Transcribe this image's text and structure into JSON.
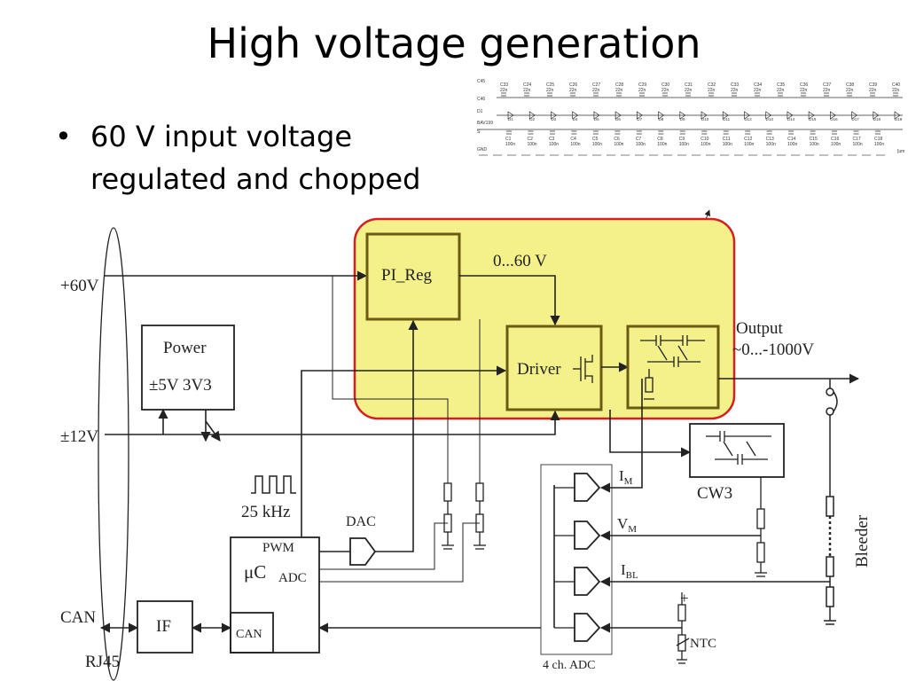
{
  "slide": {
    "title": "High voltage generation",
    "bullet_dot": "•",
    "bullet": "60 V input voltage regulated and chopped"
  },
  "colors": {
    "highlight_fill": "#f4f18a",
    "highlight_border": "#d42020",
    "block_border": "#6b5a10"
  },
  "diagram": {
    "inputs": {
      "v60": "+60V",
      "v12": "±12V",
      "can": "CAN",
      "rj45": "RJ45"
    },
    "power": {
      "title": "Power",
      "rails": "±5V 3V3"
    },
    "pi_reg": "PI_Reg",
    "range": "0...60 V",
    "driver": "Driver",
    "output": {
      "line1": "Output",
      "line2": "~0...-1000V"
    },
    "cw3": "CW3",
    "clock": "25 kHz",
    "dac": "DAC",
    "uc": {
      "pwm": "PWM",
      "name": "μC",
      "adc": "ADC",
      "can": "CAN"
    },
    "iface": "IF",
    "adc_block": "4 ch. ADC",
    "signals": {
      "im": "I",
      "im_sub": "M",
      "vm": "V",
      "vm_sub": "M",
      "ibl": "I",
      "ibl_sub": "BL"
    },
    "ntc": "NTC",
    "plus": "+",
    "bleeder": "Bleeder"
  },
  "schematic_inset": {
    "top_caps": [
      "C33",
      "C24",
      "C25",
      "C26",
      "C27",
      "C28",
      "C29",
      "C30",
      "C31",
      "C32",
      "C33",
      "C34",
      "C35",
      "C36",
      "C37",
      "C38",
      "C39",
      "C40"
    ],
    "cap_value": "22n",
    "diodes": [
      "D1",
      "D2",
      "D3",
      "D4",
      "D5",
      "D6",
      "D7",
      "D8",
      "D9",
      "D10",
      "D11",
      "D12",
      "D13",
      "D14",
      "D15",
      "D16",
      "D17",
      "D18",
      "D19"
    ],
    "bottom_caps": [
      "C1",
      "C2",
      "C3",
      "C4",
      "C5",
      "C6",
      "C7",
      "C8",
      "C9",
      "C10",
      "C11",
      "C12",
      "C13",
      "C14",
      "C15",
      "C16",
      "C17",
      "C18"
    ],
    "bottom_value": "100n",
    "left_labels": {
      "c45": "C45",
      "c46": "C46",
      "d": "D1",
      "bav": "BAV199",
      "gnd": "GND",
      "s": "S"
    },
    "right_label": "[um"
  }
}
